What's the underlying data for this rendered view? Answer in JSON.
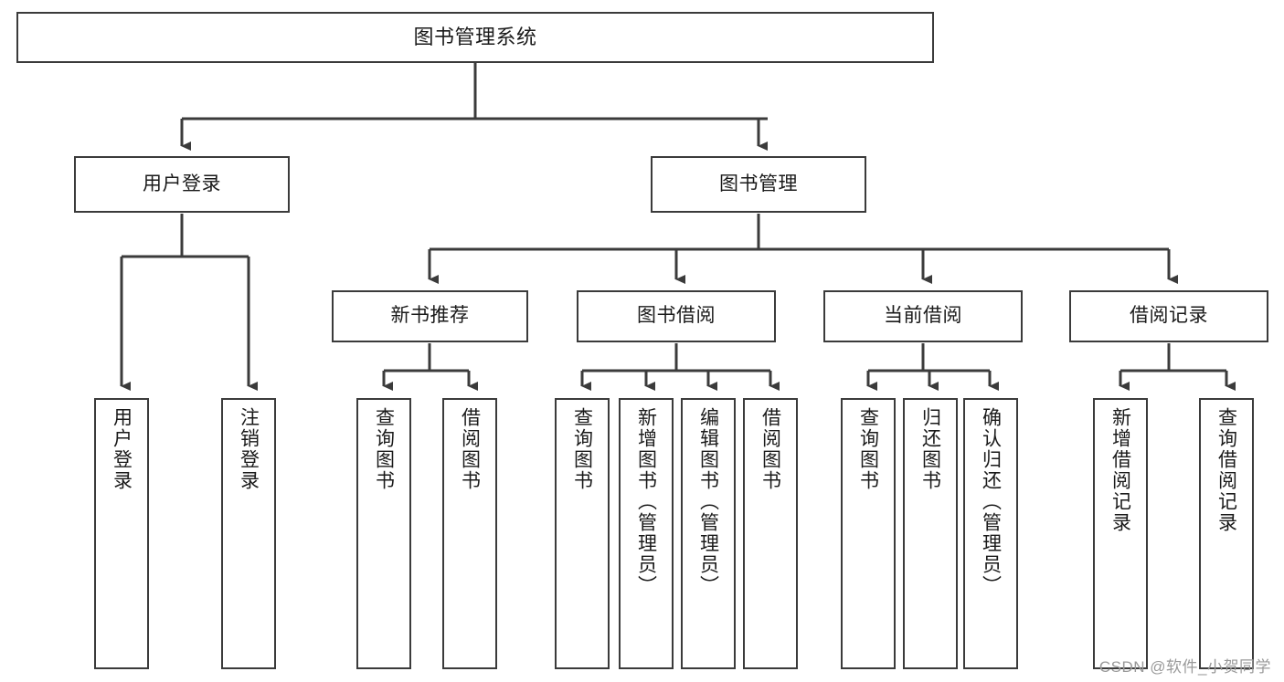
{
  "diagram": {
    "title": "图书管理系统",
    "type": "tree",
    "watermark": "CSDN @软件_小贺同学",
    "colors": {
      "background": "#ffffff",
      "node_border": "#3b3b3b",
      "node_fill": "#ffffff",
      "connector": "#3b3b3b",
      "text": "#1a1a1a",
      "watermark": "#9a9a9a"
    },
    "nodes": {
      "root": {
        "label": "图书管理系统"
      },
      "level2": [
        {
          "id": "user-login",
          "label": "用户登录"
        },
        {
          "id": "book-management",
          "label": "图书管理"
        }
      ],
      "level3": [
        {
          "id": "new-book-recommend",
          "label": "新书推荐"
        },
        {
          "id": "book-borrow",
          "label": "图书借阅"
        },
        {
          "id": "current-borrow",
          "label": "当前借阅"
        },
        {
          "id": "borrow-record",
          "label": "借阅记录"
        }
      ],
      "leaves": {
        "user_login": [
          {
            "id": "leaf-user-login",
            "label": "用户登录"
          },
          {
            "id": "leaf-logout-login",
            "label": "注销登录"
          }
        ],
        "new_book_recommend": [
          {
            "id": "leaf-query-book-1",
            "label": "查询图书"
          },
          {
            "id": "leaf-borrow-book-1",
            "label": "借阅图书"
          }
        ],
        "book_borrow": [
          {
            "id": "leaf-query-book-2",
            "label": "查询图书"
          },
          {
            "id": "leaf-add-book",
            "label": "新增图书（管理员）"
          },
          {
            "id": "leaf-edit-book",
            "label": "编辑图书（管理员）"
          },
          {
            "id": "leaf-borrow-book-2",
            "label": "借阅图书"
          }
        ],
        "current_borrow": [
          {
            "id": "leaf-query-book-3",
            "label": "查询图书"
          },
          {
            "id": "leaf-return-book",
            "label": "归还图书"
          },
          {
            "id": "leaf-confirm-return",
            "label": "确认归还（管理员）"
          }
        ],
        "borrow_record": [
          {
            "id": "leaf-add-record",
            "label": "新增借阅记录"
          },
          {
            "id": "leaf-query-record",
            "label": "查询借阅记录"
          }
        ]
      }
    }
  }
}
